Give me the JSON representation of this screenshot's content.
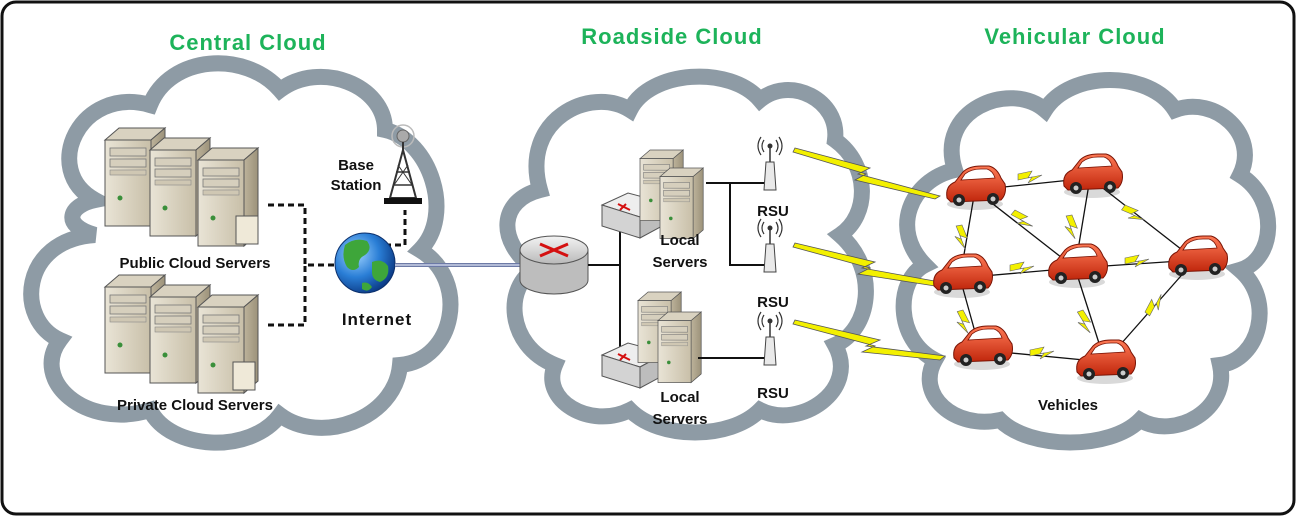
{
  "titles": {
    "central": "Central Cloud",
    "roadside": "Roadside Cloud",
    "vehicular": "Vehicular Cloud"
  },
  "labels": {
    "public_servers": "Public Cloud Servers",
    "private_servers": "Private Cloud Servers",
    "base_station_line1": "Base",
    "base_station_line2": "Station",
    "internet": "Internet",
    "local_servers_top_line1": "Local",
    "local_servers_top_line2": "Servers",
    "local_servers_bottom_line1": "Local",
    "local_servers_bottom_line2": "Servers",
    "rsu_1": "RSU",
    "rsu_2": "RSU",
    "rsu_3": "RSU",
    "vehicles": "Vehicles"
  },
  "colors": {
    "title_green": "#1db35a",
    "cloud_gray": "#8e9ba5",
    "car_red": "#e03a1c",
    "link_yellow": "#f3f000",
    "frame": "#111111"
  },
  "icons": [
    "server-icon",
    "router-icon",
    "switch-icon",
    "globe-icon",
    "antenna-icon",
    "base-station-icon",
    "car-icon",
    "wireless-link-icon"
  ]
}
